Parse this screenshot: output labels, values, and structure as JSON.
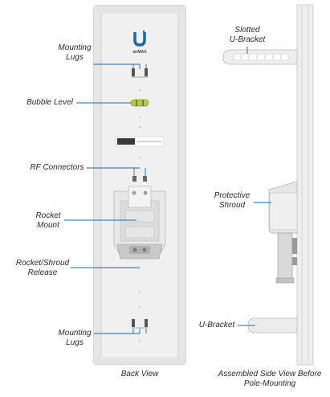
{
  "back_view": {
    "caption": "Back View",
    "labels": {
      "mounting_lugs_top": [
        "Mounting",
        "Lugs"
      ],
      "bubble_level": "Bubble Level",
      "rf_connectors": "RF Connectors",
      "rocket_mount": [
        "Rocket",
        "Mount"
      ],
      "rocket_shroud_release": [
        "Rocket/Shroud",
        "Release"
      ],
      "mounting_lugs_bottom": [
        "Mounting",
        "Lugs"
      ]
    },
    "panel_logo": "U",
    "panel_brand": "airMAX"
  },
  "side_view": {
    "caption": [
      "Assembled Side View Before",
      "Pole-Mounting"
    ],
    "labels": {
      "slotted_u_bracket": [
        "Slotted",
        "U-Bracket"
      ],
      "protective_shroud": [
        "Protective",
        "Shroud"
      ],
      "u_bracket": "U-Bracket"
    }
  },
  "colors": {
    "panel": "#ededed",
    "panel_edge": "#cfcfcf",
    "leader": "#1f66a3",
    "label_text": "#2a2a2a",
    "bubble": "#b8c94a",
    "logo": "#1f66a3"
  }
}
